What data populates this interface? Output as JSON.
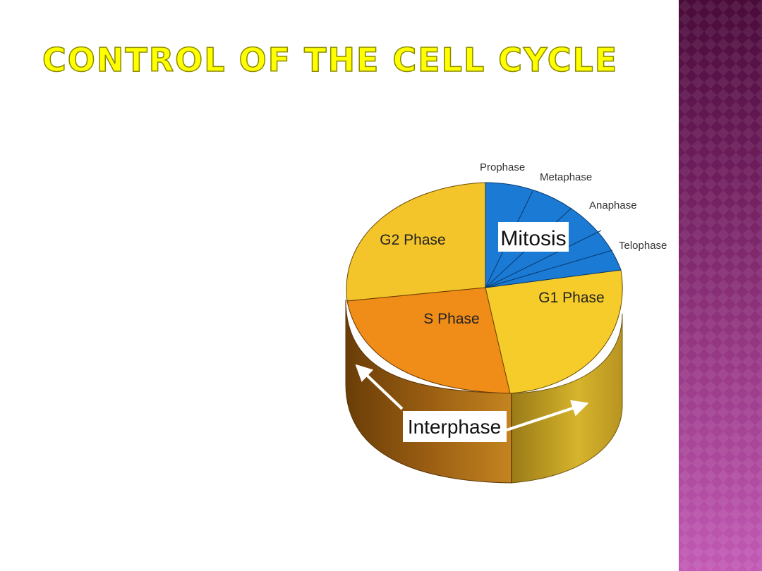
{
  "slide": {
    "title": "CONTROL OF THE CELL CYCLE"
  },
  "diagram": {
    "sections": {
      "g2": "G2 Phase",
      "s": "S Phase",
      "g1": "G1 Phase",
      "mitosis": "Mitosis"
    },
    "mitosis_stages": [
      "Prophase",
      "Metaphase",
      "Anaphase",
      "Telophase"
    ],
    "interphase_label": "Interphase"
  },
  "colors": {
    "title": "#ffff00",
    "g2": "#f3c52a",
    "s": "#f08c18",
    "g1": "#f5cc2a",
    "mitosis": "#1a7ad4",
    "side_bar": "#9a3a88"
  }
}
